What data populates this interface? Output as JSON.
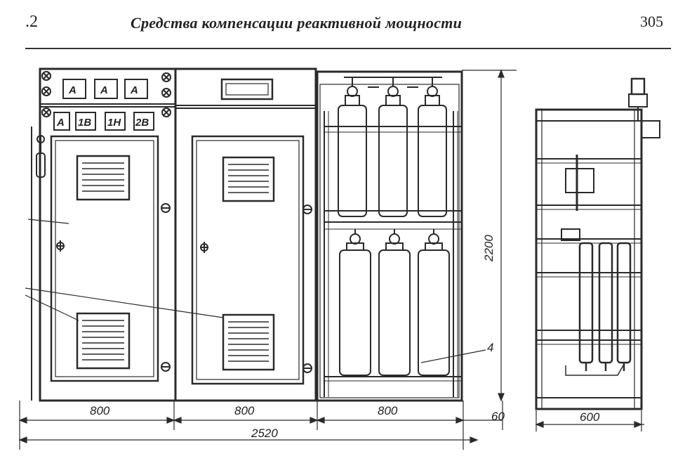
{
  "header": {
    "section": ".2",
    "title": "Средства компенсации реактивной мощности",
    "page": "305"
  },
  "panel1": {
    "labels_top": [
      "A",
      "A",
      "A"
    ],
    "labels_bottom": [
      "A",
      "1B",
      "1H",
      "2B"
    ]
  },
  "dimensions": {
    "width_1": "800",
    "width_2": "800",
    "width_3": "800",
    "gap": "60",
    "total": "2520",
    "height": "2200",
    "side_depth": "600"
  },
  "callouts": {
    "item_4": "4"
  }
}
